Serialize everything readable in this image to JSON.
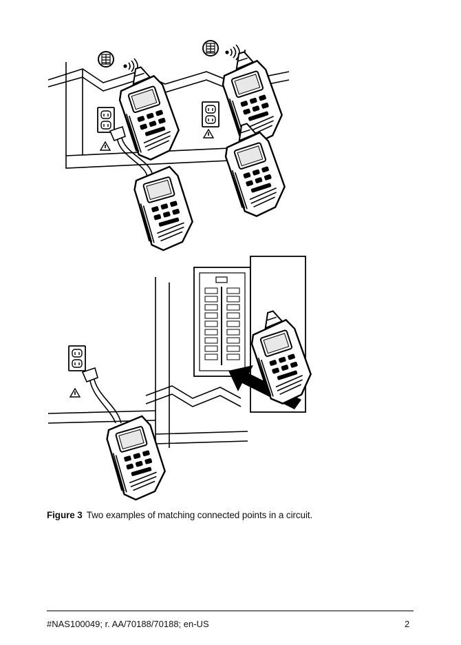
{
  "figure": {
    "label": "Figure 3",
    "caption": "Two examples of matching connected points in a circuit.",
    "icons": [
      "wall-outlet-icon",
      "warning-triangle-icon",
      "wireless-signal-icon",
      "light-switch-icon",
      "breaker-panel-icon",
      "arrow-icon",
      "wire-tracer-receiver-icon",
      "wire-tracer-transmitter-icon"
    ]
  },
  "footer": {
    "doc_ref": "#NAS100049; r. AA/70188/70188; en-US",
    "page_number": "2"
  }
}
